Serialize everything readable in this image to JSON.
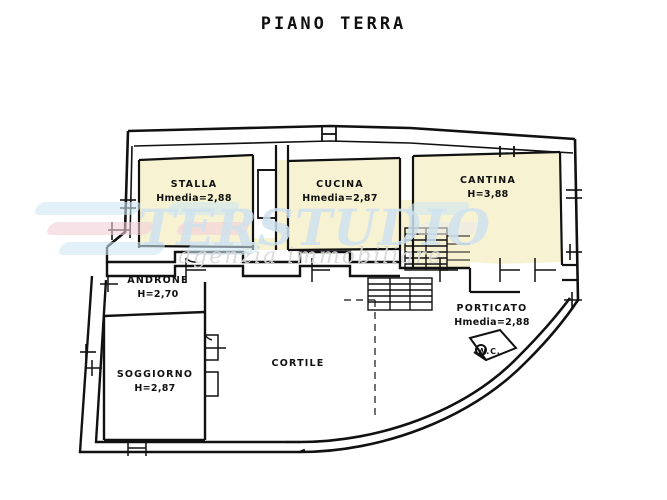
{
  "document": {
    "title": "PIANO TERRA"
  },
  "watermark": {
    "brand": "TERSTUDIO",
    "tagline": "agenzia immobiliare"
  },
  "rooms": [
    {
      "id": "stalla",
      "name": "STALLA",
      "height": "Hmedia=2,88"
    },
    {
      "id": "cucina",
      "name": "CUCINA",
      "height": "Hmedia=2,87"
    },
    {
      "id": "cantina",
      "name": "CANTINA",
      "height": "H=3,88"
    },
    {
      "id": "androne",
      "name": "ANDRONE",
      "height": "H=2,70"
    },
    {
      "id": "soggiorno",
      "name": "SOGGIORNO",
      "height": "H=2,87"
    },
    {
      "id": "cortile",
      "name": "CORTILE",
      "height": ""
    },
    {
      "id": "porticato",
      "name": "PORTICATO",
      "height": "Hmedia=2,88"
    },
    {
      "id": "wc",
      "name": "W.C.",
      "height": ""
    }
  ],
  "colors": {
    "room_fill_warm": "#f7f2d2",
    "room_fill_plain": "#ffffff",
    "wall_stroke": "#111111",
    "page_background": "#ffffff",
    "watermark_blue": "#cfe6f2",
    "watermark_pink": "#f2cfd8"
  }
}
